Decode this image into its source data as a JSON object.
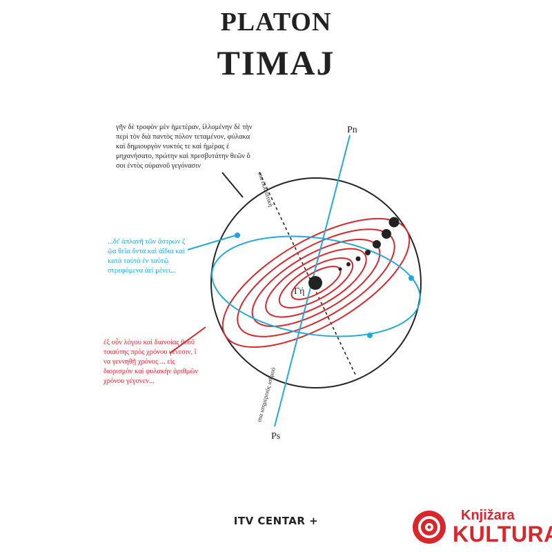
{
  "cover": {
    "author": "PLATON",
    "title": "TIMAJ",
    "publisher": "ITV CENTAR +"
  },
  "diagram": {
    "pole_north": "Pn",
    "pole_south": "Ps",
    "earth_label": "Γή",
    "ecliptic_label": "σια ἐκλειπτική",
    "equator_label": "σια ισημερινός ισθμού"
  },
  "quotes": {
    "black": "γῆν δὲ τροφὸν μὲν ἡμετέραν, ἰλλομένην δὲ τὴν\nπερὶ τὸν διὰ παντὸς πόλον τεταμένον, φύλακα\nκαὶ δημιουργὸν νυκτός τε καὶ ἡμέρας ἐ\nμηχανήσατο, πρώτην καὶ πρεσβυτάτην θεῶν ὅ\nσοι ἐντὸς οὐρανοῦ γεγόνασιν",
    "blue": "...δι' ἀπλανῆ τῶν ἄστρων ζ\nῷα θεῖα ὄντα καὶ ἀΐδια καὶ\nκατὰ ταὐτὰ ἐν ταὐτῷ\nστρεφόμενα ἀεὶ μένει...",
    "red": "ἐξ οὖν λόγου καὶ διανοίας θεοῦ\nτοιαύτης πρὸς χρόνου γένεσιν, ἵ\nνα γεννηθῇ χρόνος ... εἰς\nδιορισμὸν καὶ φυλακὴν ἀριθμῶν\nχρόνου γέγονεν..."
  },
  "store": {
    "name_top": "Knjižara",
    "name_bottom": "KULTURA"
  },
  "colors": {
    "black": "#222222",
    "blue": "#1fa8da",
    "red": "#d9262b"
  },
  "icons": {
    "store_logo": "eye-spiral-icon"
  }
}
